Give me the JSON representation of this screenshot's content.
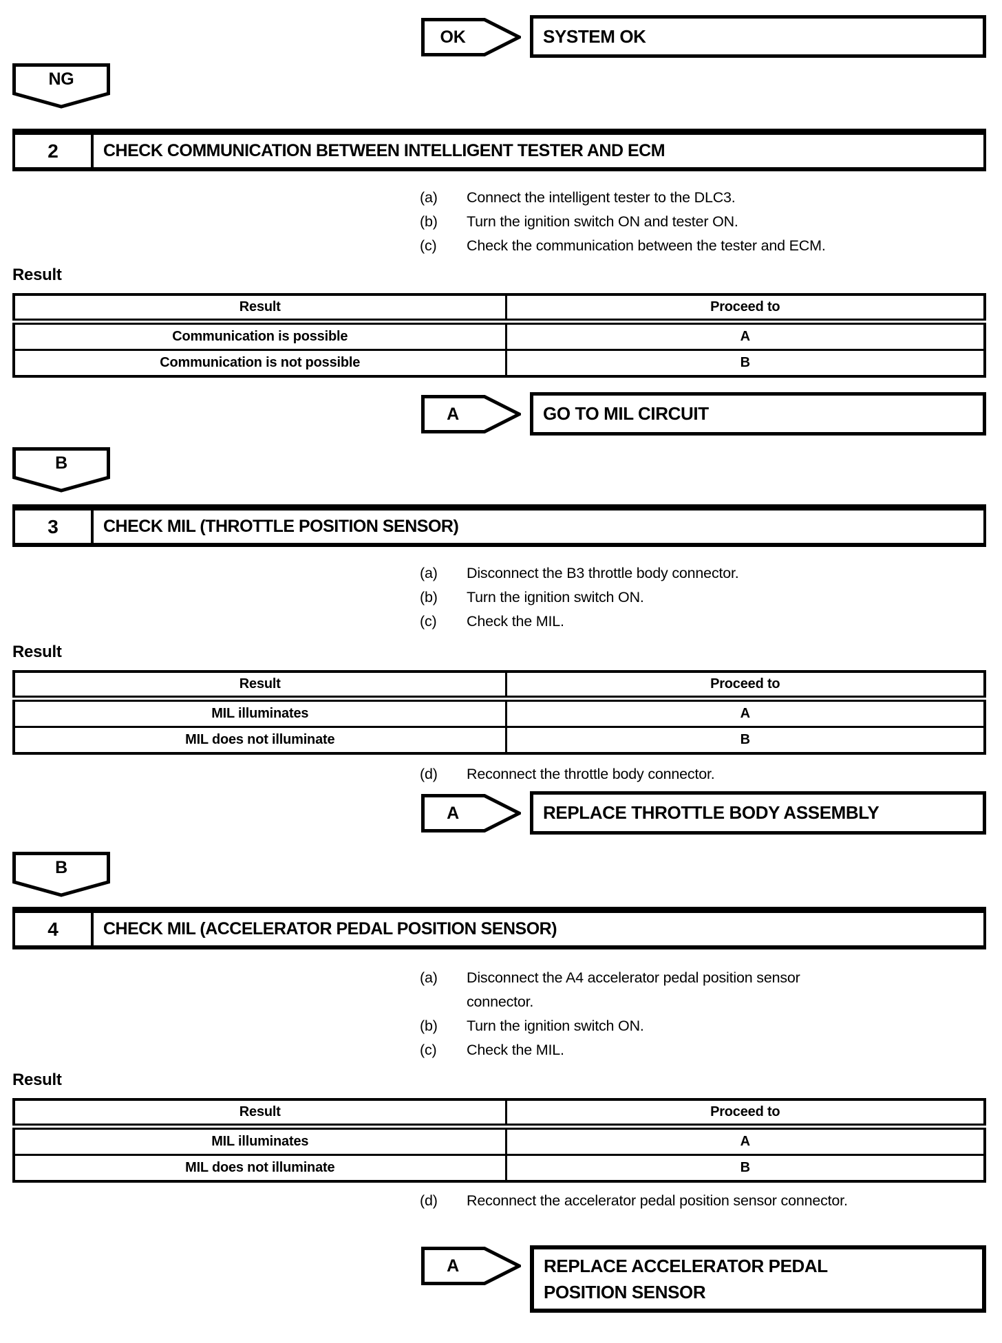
{
  "colors": {
    "ink": "#000000",
    "paper": "#ffffff"
  },
  "flow": {
    "ok": {
      "arrow_label": "OK",
      "target": "SYSTEM OK"
    },
    "ng_label": "NG"
  },
  "steps": [
    {
      "number": "2",
      "title": "CHECK COMMUNICATION BETWEEN INTELLIGENT TESTER AND ECM",
      "substeps": [
        {
          "label": "(a)",
          "text": "Connect the intelligent tester to the DLC3."
        },
        {
          "label": "(b)",
          "text": "Turn the ignition switch ON and tester ON."
        },
        {
          "label": "(c)",
          "text": "Check the communication between the tester and ECM."
        }
      ],
      "result_heading": "Result",
      "table": {
        "headers": [
          "Result",
          "Proceed to"
        ],
        "rows": [
          {
            "result": "Communication is possible",
            "proceed": "A"
          },
          {
            "result": "Communication is not possible",
            "proceed": "B"
          }
        ]
      },
      "action": {
        "arrow_label": "A",
        "target": "GO TO MIL CIRCUIT"
      },
      "continue_arrow_label": "B"
    },
    {
      "number": "3",
      "title": "CHECK MIL (THROTTLE POSITION SENSOR)",
      "substeps": [
        {
          "label": "(a)",
          "text": "Disconnect the B3 throttle body connector."
        },
        {
          "label": "(b)",
          "text": "Turn the ignition switch ON."
        },
        {
          "label": "(c)",
          "text": "Check the MIL."
        }
      ],
      "result_heading": "Result",
      "table": {
        "headers": [
          "Result",
          "Proceed to"
        ],
        "rows": [
          {
            "result": "MIL illuminates",
            "proceed": "A"
          },
          {
            "result": "MIL does not illuminate",
            "proceed": "B"
          }
        ]
      },
      "post_substep": {
        "label": "(d)",
        "text": "Reconnect the throttle body connector."
      },
      "action": {
        "arrow_label": "A",
        "target": "REPLACE THROTTLE BODY ASSEMBLY"
      },
      "continue_arrow_label": "B"
    },
    {
      "number": "4",
      "title": "CHECK MIL (ACCELERATOR PEDAL POSITION SENSOR)",
      "substeps": [
        {
          "label": "(a)",
          "text": "Disconnect the A4 accelerator pedal position sensor connector."
        },
        {
          "label": "(b)",
          "text": "Turn the ignition switch ON."
        },
        {
          "label": "(c)",
          "text": "Check the MIL."
        }
      ],
      "result_heading": "Result",
      "table": {
        "headers": [
          "Result",
          "Proceed to"
        ],
        "rows": [
          {
            "result": "MIL illuminates",
            "proceed": "A"
          },
          {
            "result": "MIL does not illuminate",
            "proceed": "B"
          }
        ]
      },
      "post_substep": {
        "label": "(d)",
        "text": "Reconnect the accelerator pedal position sensor connector."
      },
      "action": {
        "arrow_label": "A",
        "target": "REPLACE ACCELERATOR PEDAL POSITION SENSOR"
      }
    }
  ]
}
